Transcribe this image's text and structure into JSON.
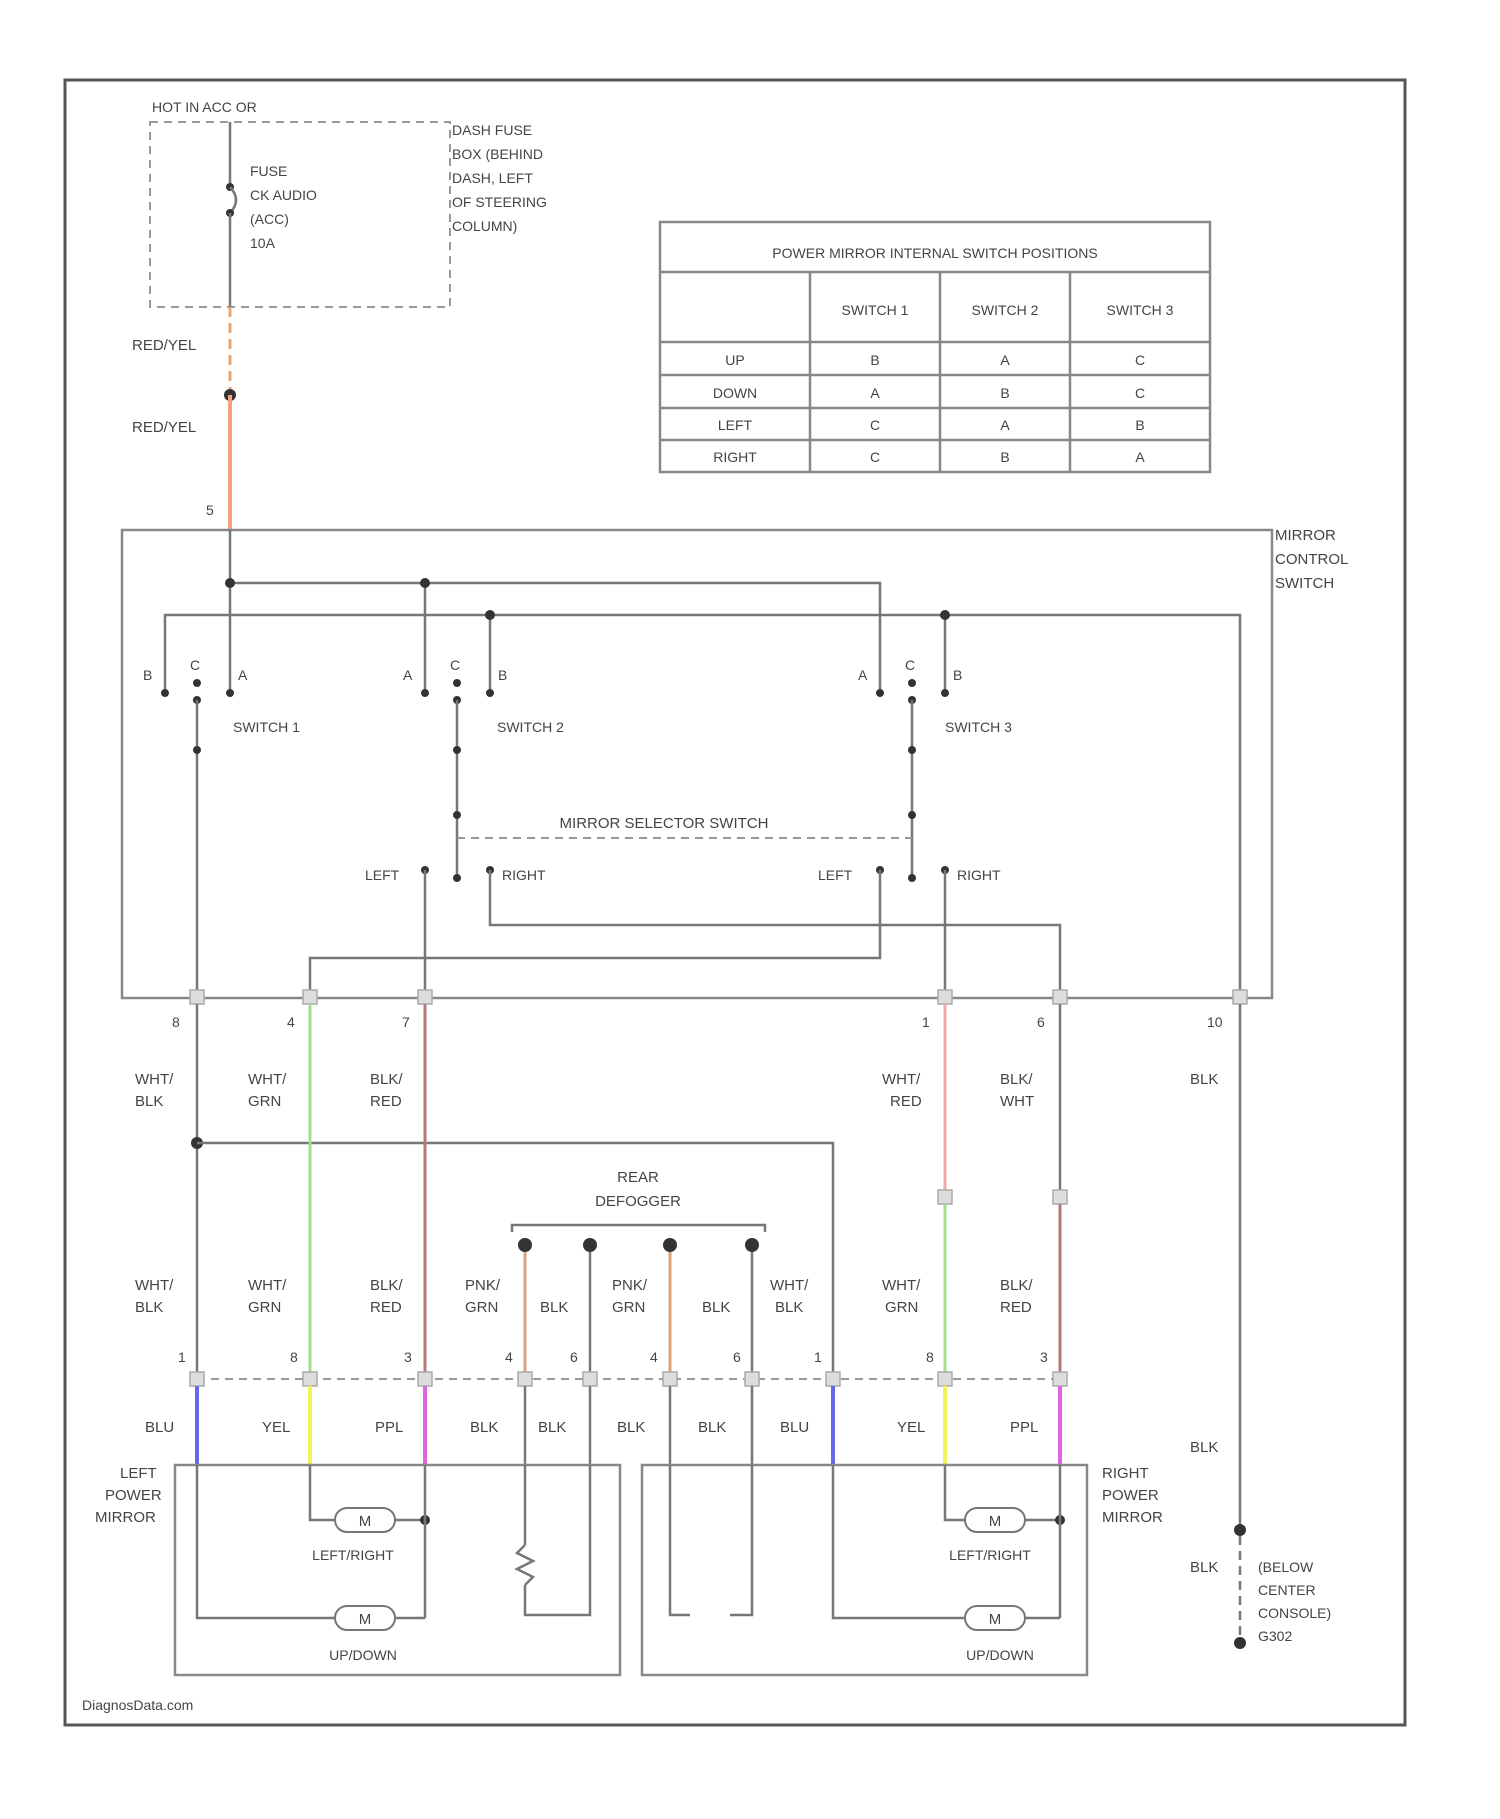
{
  "fuse": {
    "hot_label": "HOT IN ACC OR",
    "fuse_name": "FUSE",
    "fuse_circuit": "CK AUDIO",
    "fuse_sub": "(ACC)",
    "fuse_amp": "10A",
    "box_desc_1": "DASH FUSE",
    "box_desc_2": "BOX (BEHIND",
    "box_desc_3": "DASH, LEFT",
    "box_desc_4": "OF STEERING",
    "box_desc_5": "COLUMN)"
  },
  "wire_top_1": "RED/YEL",
  "wire_top_2": "RED/YEL",
  "pin_top": "5",
  "switch_table": {
    "title": "POWER MIRROR INTERNAL SWITCH POSITIONS",
    "headers": [
      "SWITCH 1",
      "SWITCH 2",
      "SWITCH 3"
    ],
    "rows": [
      {
        "label": "UP",
        "vals": [
          "B",
          "A",
          "C"
        ]
      },
      {
        "label": "DOWN",
        "vals": [
          "A",
          "B",
          "C"
        ]
      },
      {
        "label": "LEFT",
        "vals": [
          "C",
          "A",
          "B"
        ]
      },
      {
        "label": "RIGHT",
        "vals": [
          "C",
          "B",
          "A"
        ]
      }
    ]
  },
  "control_switch": {
    "label_1": "MIRROR",
    "label_2": "CONTROL",
    "label_3": "SWITCH",
    "sw1": "SWITCH 1",
    "sw2": "SWITCH 2",
    "sw3": "SWITCH 3",
    "selector": "MIRROR SELECTOR SWITCH",
    "sel_left_1": "LEFT",
    "sel_right_1": "RIGHT",
    "sel_left_2": "LEFT",
    "sel_right_2": "RIGHT",
    "contact_b": "B",
    "contact_c": "C",
    "contact_a": "A"
  },
  "pins_bottom": [
    "8",
    "4",
    "7",
    "1",
    "6",
    "10"
  ],
  "wires_mid": {
    "w1": [
      "WHT/",
      "BLK"
    ],
    "w2": [
      "WHT/",
      "GRN"
    ],
    "w3": [
      "BLK/",
      "RED"
    ],
    "w4": [
      "WHT/",
      "RED"
    ],
    "w5": [
      "BLK/",
      "WHT"
    ],
    "w6": [
      "BLK"
    ]
  },
  "defogger": {
    "line1": "REAR",
    "line2": "DEFOGGER"
  },
  "wires_low": {
    "w1": [
      "WHT/",
      "BLK"
    ],
    "w2": [
      "WHT/",
      "GRN"
    ],
    "w3": [
      "BLK/",
      "RED"
    ],
    "w4": [
      "PNK/",
      "GRN"
    ],
    "w5": [
      "BLK"
    ],
    "w6": [
      "PNK/",
      "GRN"
    ],
    "w7": [
      "BLK"
    ],
    "w8": [
      "WHT/",
      "BLK"
    ],
    "w9": [
      "WHT/",
      "GRN"
    ],
    "w10": [
      "BLK/",
      "RED"
    ]
  },
  "pins_mirror": [
    "1",
    "8",
    "3",
    "4",
    "6",
    "4",
    "6",
    "1",
    "8",
    "3"
  ],
  "mirror_wires": [
    "BLU",
    "YEL",
    "PPL",
    "BLK",
    "BLK",
    "BLK",
    "BLK",
    "BLU",
    "YEL",
    "PPL"
  ],
  "left_mirror": {
    "l1": "LEFT",
    "l2": "POWER",
    "l3": "MIRROR",
    "lr": "LEFT/RIGHT",
    "ud": "UP/DOWN"
  },
  "right_mirror": {
    "l1": "RIGHT",
    "l2": "POWER",
    "l3": "MIRROR",
    "lr": "LEFT/RIGHT",
    "ud": "UP/DOWN"
  },
  "motor_label": "M",
  "ground": {
    "w1": "BLK",
    "w2": "BLK",
    "w3": "BLK",
    "g1": "(BELOW",
    "g2": "CENTER",
    "g3": "CONSOLE)",
    "g4": "G302"
  },
  "footer": "DiagnosData.com",
  "colors": {
    "red_yel": "#f3a37a",
    "wht_grn": "#a7dc93",
    "blk_red": "#b27a7a",
    "wht_red": "#f0a8a8",
    "blu": "#6868ee",
    "yel": "#f2f25a",
    "ppl": "#e066e0",
    "pnk_grn": "#d9a27d",
    "blk": "#777777"
  }
}
